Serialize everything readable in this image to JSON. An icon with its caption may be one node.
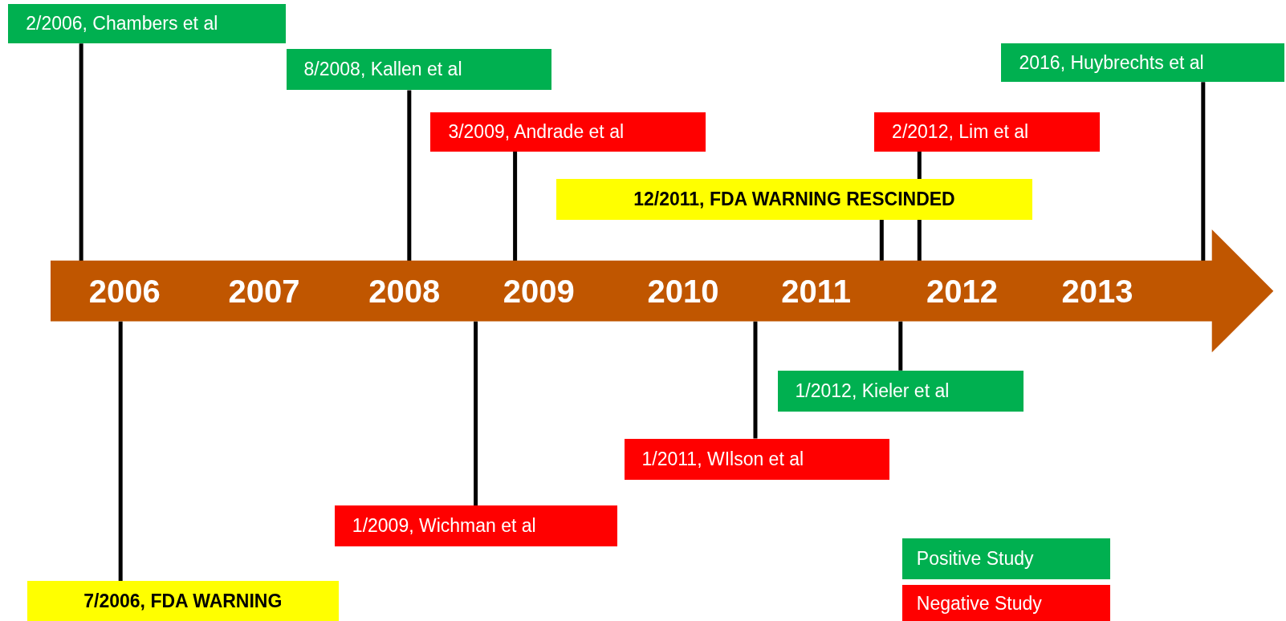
{
  "diagram": {
    "nodes": [
      {
        "text": [
          "2/2006, Chambers et al"
        ]
      },
      {
        "text": [
          "8/2008, Kallen et al"
        ]
      },
      {
        "text": [
          "2016, Huybrechts et al"
        ]
      },
      {
        "text": [
          "3/2009, Andrade et al"
        ]
      },
      {
        "text": [
          "2/2012, Lim et al"
        ]
      },
      {
        "text": [
          "12/2011, FDA WARNING RESCINDED"
        ]
      },
      {
        "text": [
          "2006",
          "2007",
          "2008",
          "2009",
          "2010",
          "2011",
          "2012",
          "2013"
        ]
      },
      {
        "text": [
          "1/2012, Kieler et al"
        ]
      },
      {
        "text": [
          "1/2011, WIlson et al"
        ]
      },
      {
        "text": [
          "1/2009, Wichman et al"
        ]
      },
      {
        "text": [
          "7/2006, FDA WARNING"
        ]
      }
    ],
    "edges": [
      {
        "from": 0,
        "to": 6,
        "arrow": "none"
      },
      {
        "from": 1,
        "to": 6,
        "arrow": "none"
      },
      {
        "from": 2,
        "to": 6,
        "arrow": "none"
      },
      {
        "from": 3,
        "to": 6,
        "arrow": "none"
      },
      {
        "from": 4,
        "to": 6,
        "arrow": "none"
      },
      {
        "from": 5,
        "to": 6,
        "arrow": "none"
      },
      {
        "from": 7,
        "to": 6,
        "arrow": "none"
      },
      {
        "from": 8,
        "to": 6,
        "arrow": "none"
      },
      {
        "from": 9,
        "to": 6,
        "arrow": "none"
      },
      {
        "from": 10,
        "to": 6,
        "arrow": "none"
      }
    ],
    "legend": [
      {
        "text": "Positive Study",
        "color": "#00b050"
      },
      {
        "text": "Negative Study",
        "color": "#ff0000"
      }
    ]
  }
}
